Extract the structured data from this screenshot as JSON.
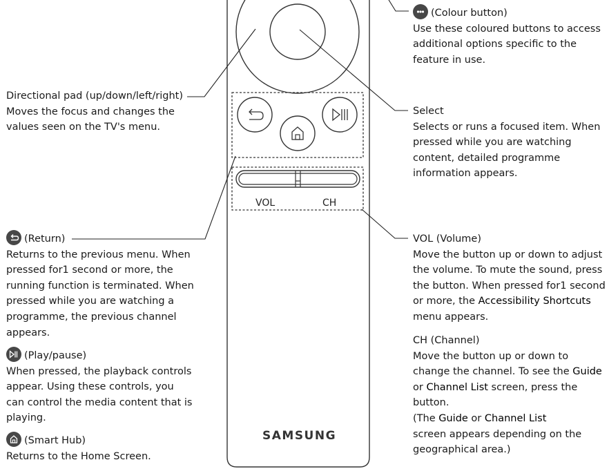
{
  "sections": {
    "colour": {
      "title": "(Colour button)",
      "lines": [
        "Use these coloured buttons to access",
        "additional options specific to the",
        "feature in use."
      ]
    },
    "dpad": {
      "title": "Directional pad (up/down/left/right)",
      "lines": [
        "Moves the focus and changes the",
        "values seen on the TV's menu."
      ]
    },
    "select": {
      "title": "Select",
      "lines": [
        "Selects or runs a focused item. When",
        "pressed while you are watching",
        "content, detailed programme",
        "information appears."
      ]
    },
    "return": {
      "title": "(Return)",
      "lines": [
        "Returns to the previous menu. When",
        "pressed for1 second or more, the",
        "running function is terminated. When",
        "pressed while you are watching a",
        "programme, the previous channel",
        "appears."
      ]
    },
    "volume": {
      "title": "VOL (Volume)",
      "lines": [
        "Move the button up or down to adjust",
        "the volume. To mute the sound, press",
        "the button. When pressed for1 second"
      ],
      "line4_pre": "or more, the ",
      "line4_bold": "Accessibility Shortcuts",
      "line5": "menu appears."
    },
    "play": {
      "title": "(Play/pause)",
      "lines": [
        "When pressed, the playback controls",
        "appear. Using these controls, you",
        "can control the media content that is",
        "playing."
      ]
    },
    "channel": {
      "title": "CH (Channel)",
      "line1": "Move the button up or down to",
      "line2_pre": "change the channel. To see the ",
      "guide": "Guide",
      "line3_pre": "or ",
      "channel_list": "Channel List",
      "line3_post": " screen, press the",
      "line4": "button.",
      "line5_pre": "(The ",
      "line5_mid": " or ",
      "line6": "screen appears depending on the",
      "line7": "geographical area.)"
    },
    "smarthub": {
      "title": "(Smart Hub)",
      "lines": [
        "Returns to the Home Screen."
      ]
    }
  },
  "remote": {
    "vol_label": "VOL",
    "ch_label": "CH",
    "brand": "SAMSUNG"
  },
  "icons": [
    "colour-dots-icon",
    "return-icon",
    "home-icon",
    "play-pause-icon"
  ]
}
